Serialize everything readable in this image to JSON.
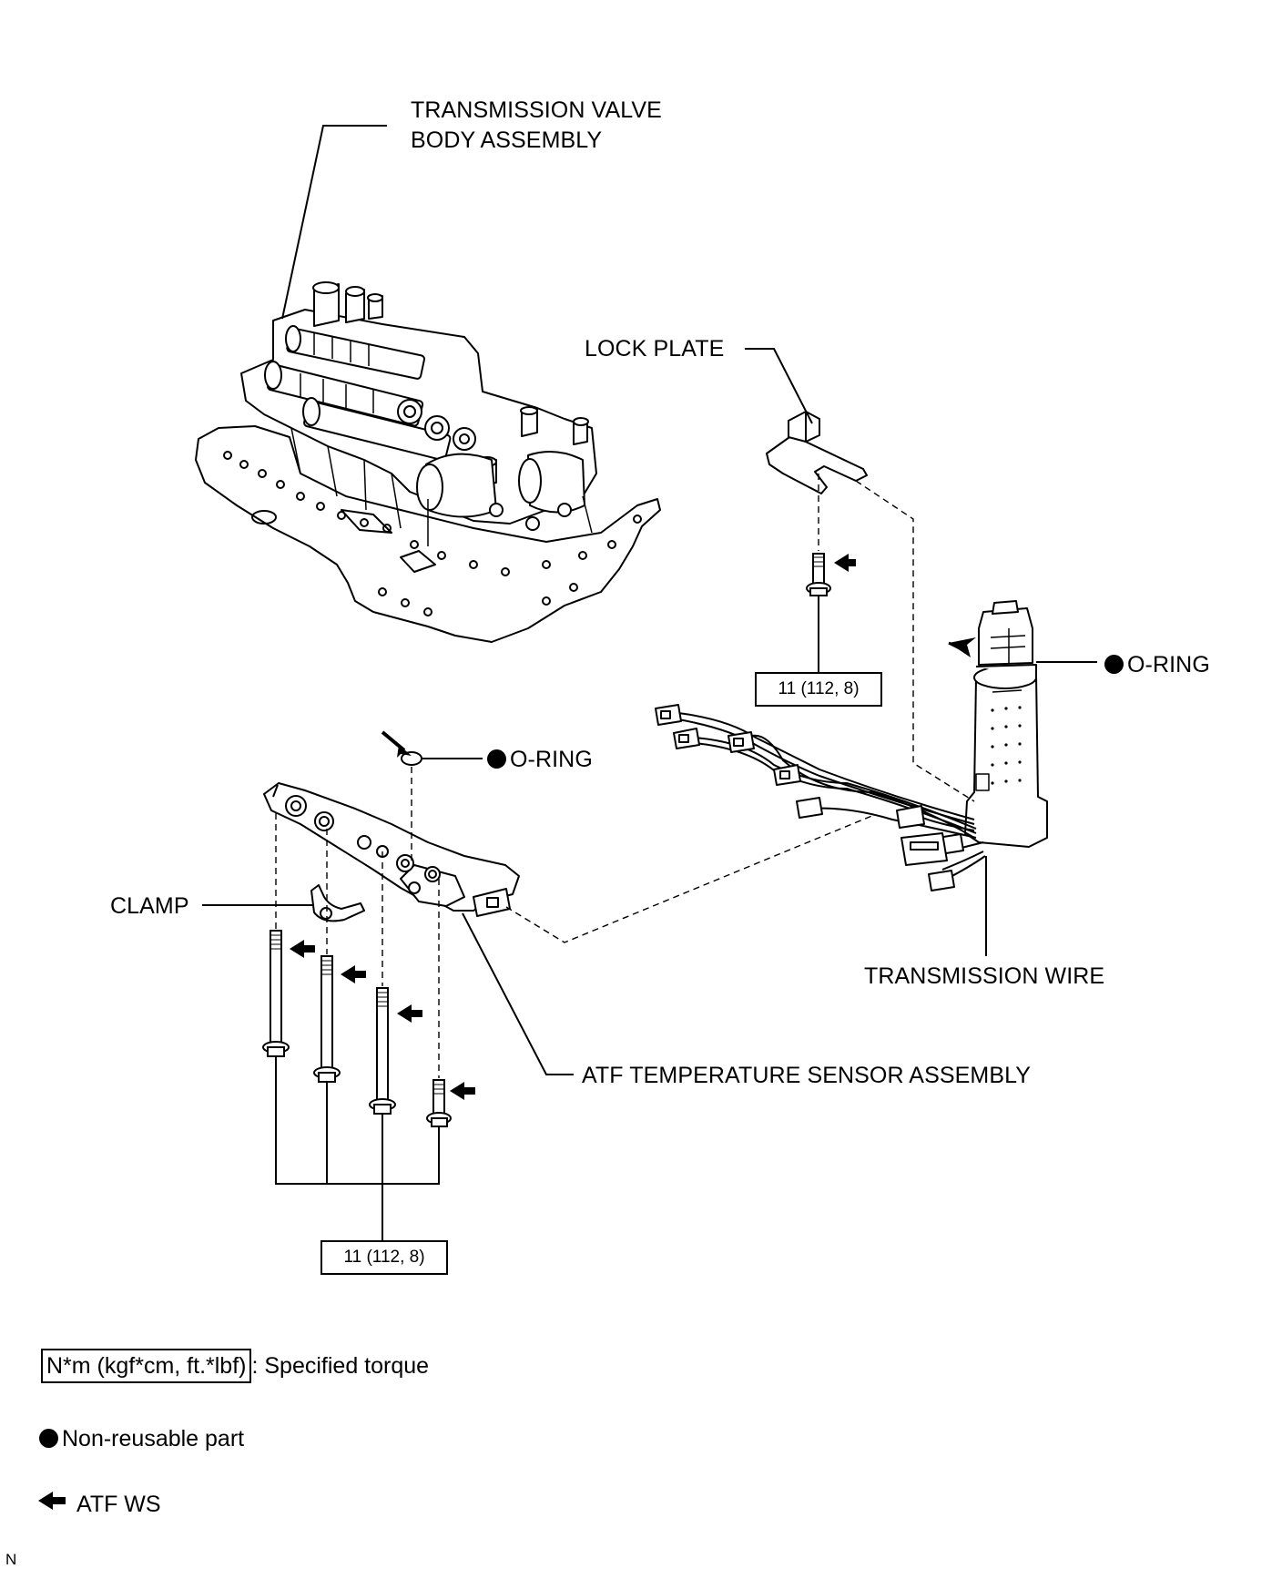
{
  "labels": {
    "valve_body_line1": "TRANSMISSION VALVE",
    "valve_body_line2": "BODY ASSEMBLY",
    "lock_plate": "LOCK PLATE",
    "o_ring_right": "O-RING",
    "o_ring_left": "O-RING",
    "clamp": "CLAMP",
    "transmission_wire": "TRANSMISSION WIRE",
    "atf_sensor": "ATF TEMPERATURE SENSOR ASSEMBLY"
  },
  "torques": {
    "lock_plate_bolt": "11 (112, 8)",
    "sensor_bolts": "11 (112, 8)"
  },
  "legend": {
    "torque_unit": "N*m (kgf*cm, ft.*lbf)",
    "torque_desc": ": Specified torque",
    "non_reusable": "Non-reusable part",
    "atf_ws": "ATF WS"
  },
  "corner_mark": "N"
}
